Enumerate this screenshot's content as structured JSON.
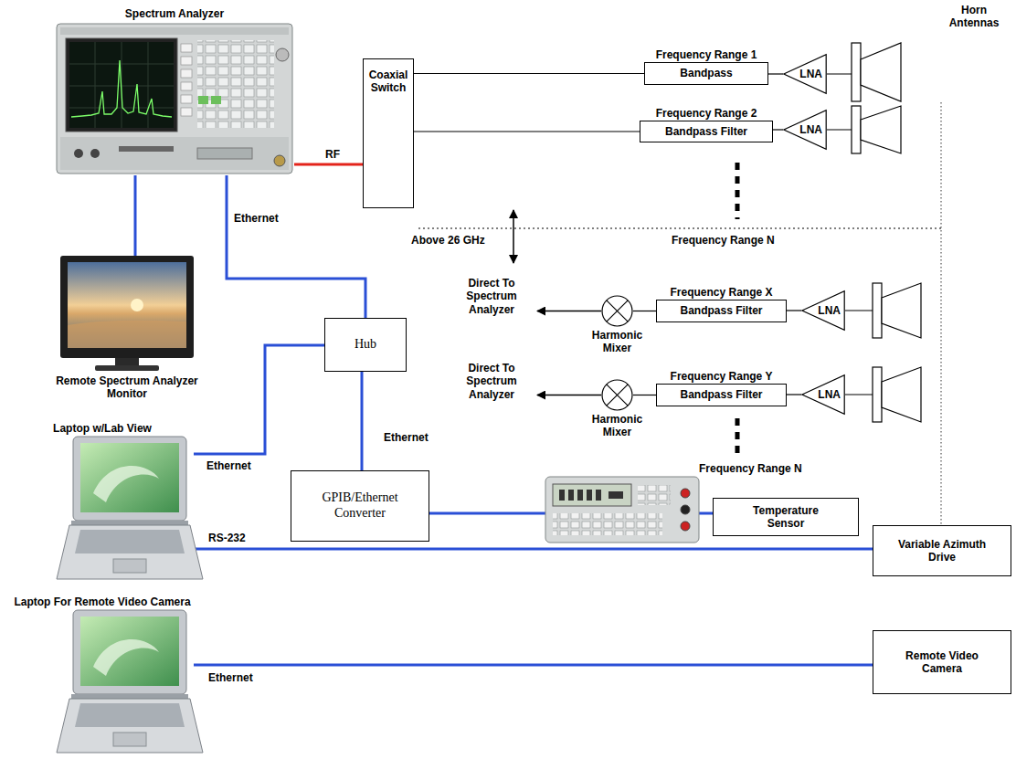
{
  "diagram": {
    "nodes": [
      {
        "text": [
          "Spectrum Analyzer"
        ]
      },
      {
        "text": [
          "Coaxial Switch"
        ]
      },
      {
        "text": [
          "Frequency Range 1",
          "Bandpass"
        ]
      },
      {
        "text": [
          "LNA"
        ]
      },
      {
        "text": [
          "Frequency Range 2",
          "Bandpass Filter"
        ]
      },
      {
        "text": [
          "LNA"
        ]
      },
      {
        "text": [
          "Remote Spectrum Analyzer Monitor"
        ]
      },
      {
        "text": [
          "Hub"
        ]
      },
      {
        "text": [
          "Harmonic Mixer"
        ]
      },
      {
        "text": [
          "Frequency Range X",
          "Bandpass Filter"
        ]
      },
      {
        "text": [
          "LNA"
        ]
      },
      {
        "text": [
          "Harmonic Mixer"
        ]
      },
      {
        "text": [
          "Frequency Range Y",
          "Bandpass Filter"
        ]
      },
      {
        "text": [
          "LNA"
        ]
      },
      {
        "text": [
          "Laptop w/Lab View"
        ]
      },
      {
        "text": [
          "GPIB/Ethernet Converter"
        ]
      },
      {
        "text": [
          "Temperature Sensor"
        ]
      },
      {
        "text": [
          "Variable Azimuth Drive"
        ]
      },
      {
        "text": [
          "Laptop For Remote Video Camera"
        ]
      },
      {
        "text": [
          "Remote Video Camera"
        ]
      }
    ],
    "edges": [
      {
        "from": 0,
        "to": 1,
        "arrow": "none",
        "label": "RF"
      },
      {
        "from": 1,
        "to": 2,
        "arrow": "none"
      },
      {
        "from": 1,
        "to": 4,
        "arrow": "none"
      },
      {
        "from": 2,
        "to": 3,
        "arrow": "none"
      },
      {
        "from": 4,
        "to": 5,
        "arrow": "none"
      },
      {
        "from": 0,
        "to": 6,
        "arrow": "none"
      },
      {
        "from": 0,
        "to": 7,
        "arrow": "none",
        "label": "Ethernet"
      },
      {
        "from": 14,
        "to": 7,
        "arrow": "none",
        "label": "Ethernet"
      },
      {
        "from": 7,
        "to": 15,
        "arrow": "none",
        "label": "Ethernet"
      },
      {
        "from": 8,
        "to": 9,
        "arrow": "none"
      },
      {
        "from": 9,
        "to": 10,
        "arrow": "none"
      },
      {
        "from": 11,
        "to": 12,
        "arrow": "none"
      },
      {
        "from": 12,
        "to": 13,
        "arrow": "none"
      },
      {
        "from": 15,
        "to": 16,
        "arrow": "none"
      },
      {
        "from": 14,
        "to": 17,
        "arrow": "none",
        "label": "RS-232"
      },
      {
        "from": 18,
        "to": 19,
        "arrow": "none",
        "label": "Ethernet"
      }
    ],
    "labels": [
      "Horn Antennas",
      "Above 26 GHz",
      "Frequency Range N",
      "Direct To Spectrum Analyzer",
      "Direct To Spectrum Analyzer",
      "Frequency Range N"
    ]
  }
}
